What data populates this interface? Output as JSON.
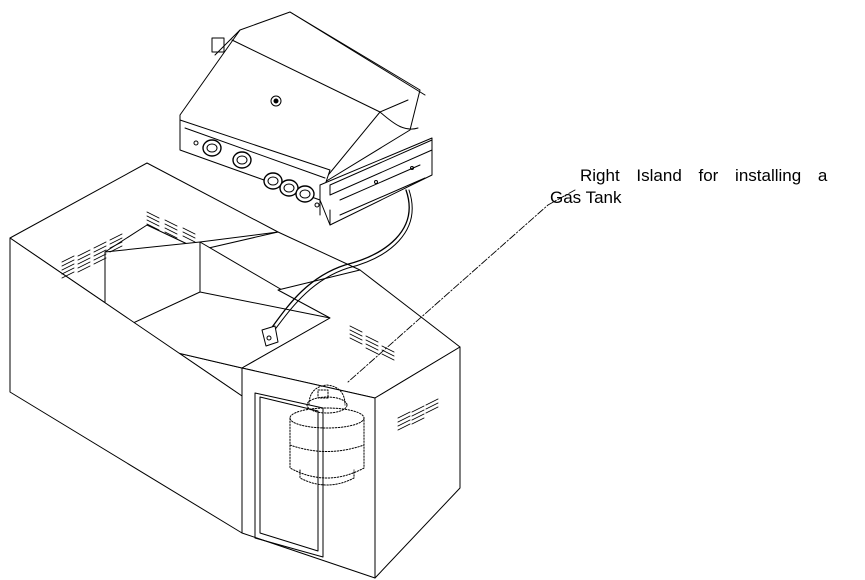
{
  "callout": {
    "line1": "Right Island for installing a",
    "line2": "Gas Tank"
  },
  "colors": {
    "stroke": "#000000",
    "background": "#ffffff"
  },
  "icons": [
    "grill-head",
    "propane-tank",
    "gas-hose",
    "vent-slots"
  ]
}
